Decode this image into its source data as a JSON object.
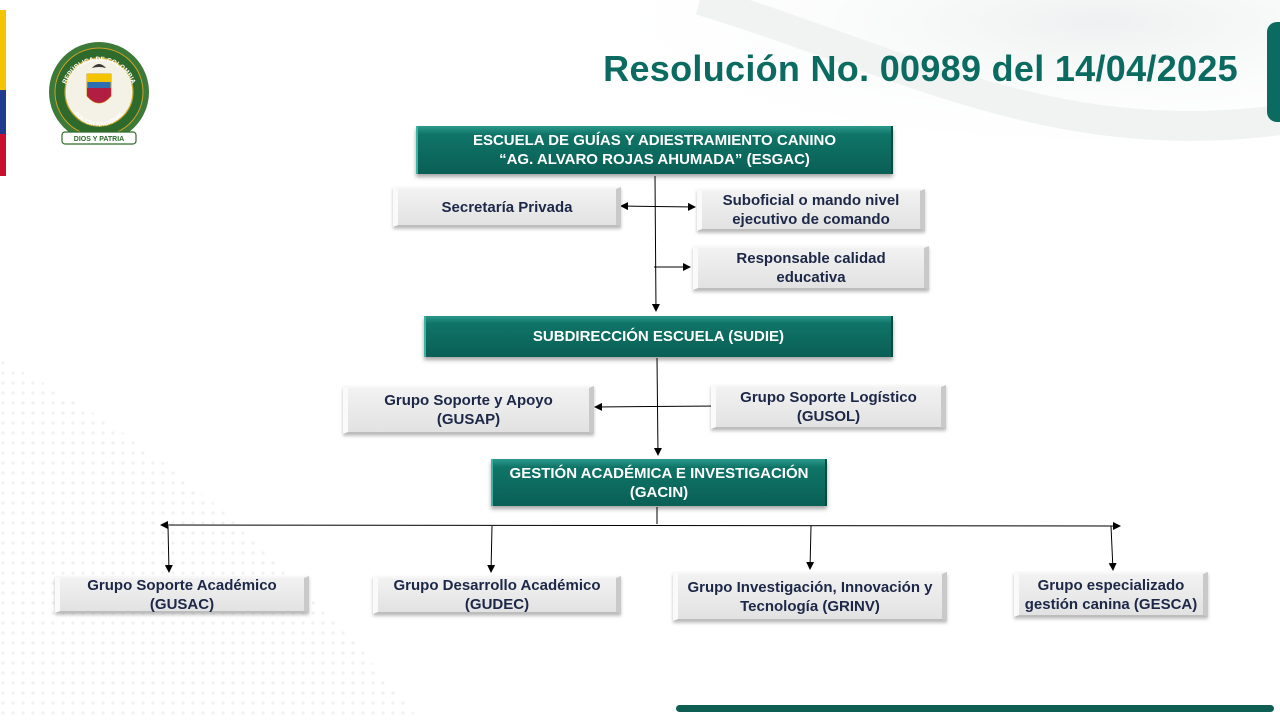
{
  "slide": {
    "title": "Resolución No. 00989 del 14/04/2025",
    "colors": {
      "accent": "#0c6b60",
      "box_dark": "#0a5f55",
      "box_light": "#e6e6e6",
      "text_dark": "#1d2747",
      "flag_yellow": "#f5c400",
      "flag_blue": "#213a8f",
      "flag_red": "#c8102e"
    }
  },
  "emblem": {
    "ring_top": "REPÚBLICA DE COLOMBIA",
    "ring_bottom": "POLICÍA NACIONAL",
    "motto": "DIOS Y PATRIA",
    "icon": "police-shield-emblem-icon"
  },
  "org": {
    "director": {
      "line1": "ESCUELA DE GUÍAS Y ADIESTRAMIENTO CANINO",
      "line2": "“AG. ALVARO ROJAS AHUMADA” (ESGAC)"
    },
    "secretaria": {
      "line1": "Secretaría Privada"
    },
    "suboficial": {
      "line1": "Suboficial o mando nivel",
      "line2": "ejecutivo de comando"
    },
    "calidad": {
      "line1": "Responsable calidad",
      "line2": "educativa"
    },
    "subdireccion": {
      "line1": "SUBDIRECCIÓN ESCUELA  (SUDIE)"
    },
    "gusap": {
      "line1": "Grupo Soporte y Apoyo",
      "line2": "(GUSAP)"
    },
    "gusol": {
      "line1": "Grupo Soporte Logístico",
      "line2": "(GUSOL)"
    },
    "gacin": {
      "line1": "GESTIÓN ACADÉMICA E INVESTIGACIÓN",
      "line2": "(GACIN)"
    },
    "gusac": {
      "line1": "Grupo Soporte Académico",
      "line2": "(GUSAC)"
    },
    "gudec": {
      "line1": "Grupo Desarrollo Académico",
      "line2": "(GUDEC)"
    },
    "grinv": {
      "line1": "Grupo Investigación, Innovación y",
      "line2": "Tecnología (GRINV)"
    },
    "gesca": {
      "line1": "Grupo especializado",
      "line2": "gestión canina (GESCA)"
    }
  }
}
